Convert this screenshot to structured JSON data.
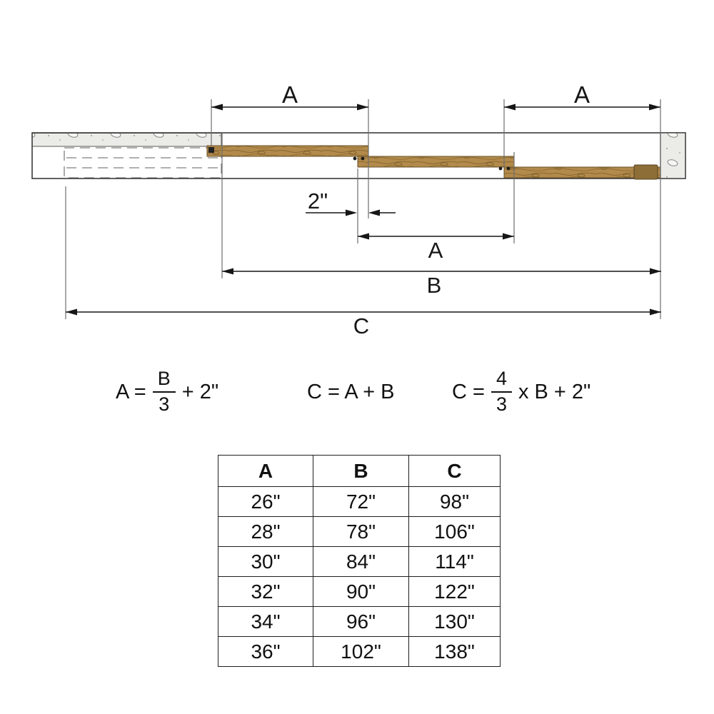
{
  "colors": {
    "wood": "#b28a4b",
    "wood_dark": "#8d6e37",
    "concrete": "#ebebe8",
    "line": "#161616",
    "extension_line": "#6e6e6e"
  },
  "diagram": {
    "labels": {
      "a_top_left": "A",
      "a_top_right": "A",
      "overlap": "2\"",
      "a_middle": "A",
      "b": "B",
      "c": "C"
    }
  },
  "formulas": {
    "f1": {
      "lhs": "A =",
      "numerator": "B",
      "denominator": "3",
      "tail": "+ 2\""
    },
    "f2": {
      "text": "C = A + B"
    },
    "f3": {
      "lhs": "C =",
      "numerator": "4",
      "denominator": "3",
      "tail": "x B + 2\""
    }
  },
  "table": {
    "headers": [
      "A",
      "B",
      "C"
    ],
    "rows": [
      [
        "26\"",
        "72\"",
        "98\""
      ],
      [
        "28\"",
        "78\"",
        "106\""
      ],
      [
        "30\"",
        "84\"",
        "114\""
      ],
      [
        "32\"",
        "90\"",
        "122\""
      ],
      [
        "34\"",
        "96\"",
        "130\""
      ],
      [
        "36\"",
        "102\"",
        "138\""
      ]
    ]
  }
}
